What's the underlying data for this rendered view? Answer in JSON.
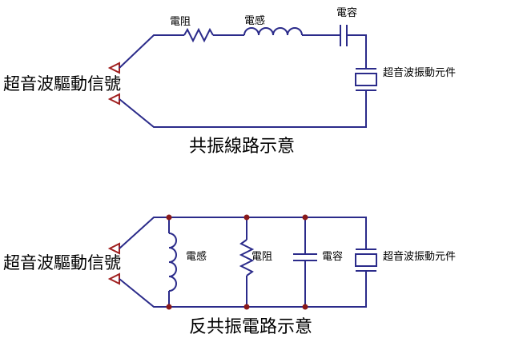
{
  "series_circuit": {
    "source_label": "超音波驅動信號",
    "resistor_label": "電阻",
    "inductor_label": "電感",
    "capacitor_label": "電容",
    "transducer_label": "超音波振動元件",
    "caption": "共振線路示意"
  },
  "parallel_circuit": {
    "source_label": "超音波驅動信號",
    "inductor_label": "電感",
    "resistor_label": "電阻",
    "capacitor_label": "電容",
    "transducer_label": "超音波振動元件",
    "caption": "反共振電路示意"
  },
  "colors": {
    "wire": "#2b2b8a",
    "arrow": "#a02020",
    "node": "#8a1a1a"
  }
}
